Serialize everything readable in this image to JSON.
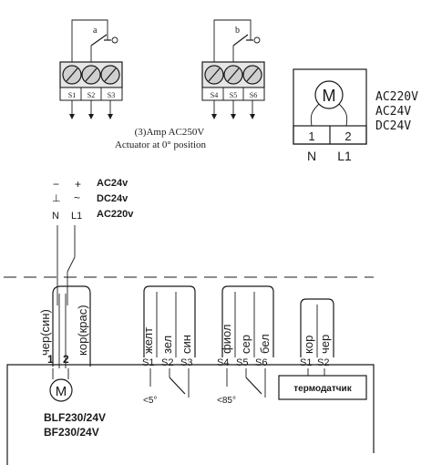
{
  "top": {
    "switch_a": "a",
    "switch_b": "b",
    "terminals_left": [
      "S1",
      "S2",
      "S3"
    ],
    "terminals_right": [
      "S4",
      "S5",
      "S6"
    ],
    "rating_line1": "(3)Amp AC250V",
    "rating_line2": "Actuator at 0° position",
    "motor_symbol": "M",
    "motor_terminals": [
      "1",
      "2"
    ],
    "motor_terminal_labels": [
      "N",
      "L1"
    ],
    "voltages": [
      "AC220V",
      "AC24V",
      "DC24V"
    ]
  },
  "supply": {
    "minus": "−",
    "plus": "+",
    "dc_minus_symbol": "⊥",
    "ac_symbol": "~",
    "n_label": "N",
    "l1_label": "L1",
    "voltages": [
      "AC24v",
      "DC24v",
      "AC220v"
    ]
  },
  "bottom": {
    "motor_wires": [
      "чер(син)",
      "кор(крас)"
    ],
    "motor_pins": [
      "1",
      "2"
    ],
    "motor_symbol": "M",
    "group1_wires": [
      "желт",
      "зел",
      "син"
    ],
    "group1_terms": [
      "S1",
      "S2",
      "S3"
    ],
    "group1_angle": "<5°",
    "group2_wires": [
      "фиол",
      "сер",
      "бел"
    ],
    "group2_terms": [
      "S4",
      "S5",
      "S6"
    ],
    "group2_angle": "<85°",
    "group3_wires": [
      "кор",
      "чер"
    ],
    "group3_terms": [
      "S1",
      "S2"
    ],
    "sensor_label": "термодатчик",
    "models": [
      "BLF230/24V",
      "BF230/24V"
    ]
  }
}
